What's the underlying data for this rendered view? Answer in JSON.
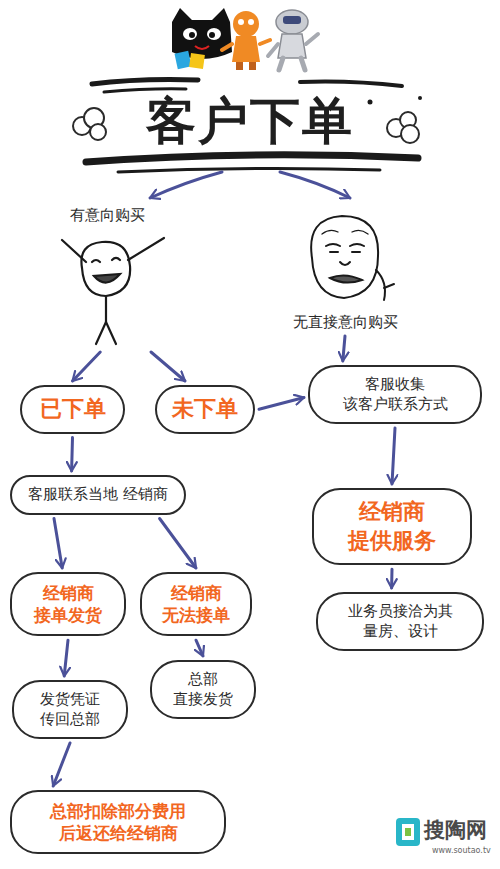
{
  "diagram": {
    "title": "客户下单",
    "nodes": [
      {
        "text": [
          "有意向购买"
        ]
      },
      {
        "text": [
          "无直接意向购买"
        ]
      },
      {
        "text": [
          "已下单"
        ]
      },
      {
        "text": [
          "未下单"
        ]
      },
      {
        "text": [
          "客服收集 该客户联系方式"
        ]
      },
      {
        "text": [
          "客服联系当地 经销商"
        ]
      },
      {
        "text": [
          "经销商 提供服务"
        ]
      },
      {
        "text": [
          "经销商 接单发货"
        ]
      },
      {
        "text": [
          "经销商 无法接单"
        ]
      },
      {
        "text": [
          "业务员接洽为其 量房、设计"
        ]
      },
      {
        "text": [
          "总部 直接发货"
        ]
      },
      {
        "text": [
          "发货凭证 传回总部"
        ]
      },
      {
        "text": [
          "总部扣除部分费用 后返还给经销商"
        ]
      }
    ],
    "edges": [
      {
        "from": 0,
        "to": 2,
        "arrow": "to"
      },
      {
        "from": 0,
        "to": 3,
        "arrow": "to"
      },
      {
        "from": 3,
        "to": 4,
        "arrow": "to"
      },
      {
        "from": 1,
        "to": 4,
        "arrow": "to"
      },
      {
        "from": 2,
        "to": 5,
        "arrow": "to"
      },
      {
        "from": 4,
        "to": 6,
        "arrow": "to"
      },
      {
        "from": 6,
        "to": 9,
        "arrow": "to"
      },
      {
        "from": 5,
        "to": 7,
        "arrow": "to"
      },
      {
        "from": 5,
        "to": 8,
        "arrow": "to"
      },
      {
        "from": 8,
        "to": 10,
        "arrow": "to"
      },
      {
        "from": 7,
        "to": 11,
        "arrow": "to"
      },
      {
        "from": 11,
        "to": 12,
        "arrow": "to"
      }
    ],
    "labels": [
      "搜陶网",
      "www.soutao.tv"
    ]
  }
}
